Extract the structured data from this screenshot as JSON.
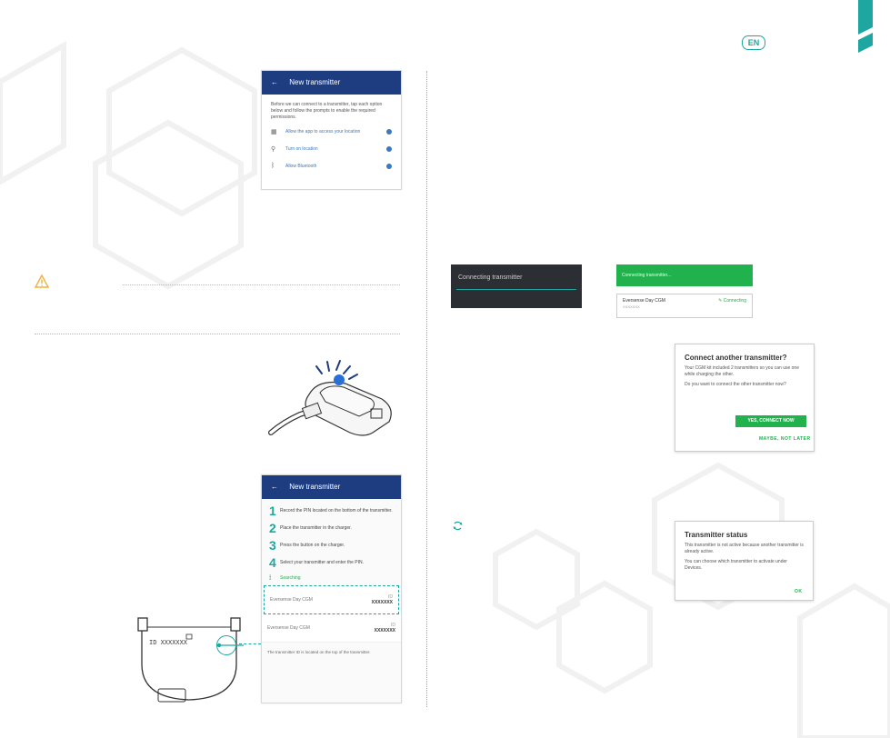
{
  "header": {
    "language_badge": "EN"
  },
  "phone_new_transmitter_1": {
    "title": "New transmitter",
    "back_icon": "arrow-left-icon",
    "intro": "Before we can connect to a transmitter, tap each option below and follow the prompts to enable the required permissions.",
    "permissions": [
      {
        "icon": "calendar-icon",
        "label": "Allow the app to access your location"
      },
      {
        "icon": "location-pin-icon",
        "label": "Turn on location"
      },
      {
        "icon": "bluetooth-icon",
        "label": "Allow Bluetooth"
      }
    ]
  },
  "phone_new_transmitter_2": {
    "title": "New transmitter",
    "steps": [
      {
        "num": "1",
        "text": "Record the PIN located on the bottom of the transmitter."
      },
      {
        "num": "2",
        "text": "Place the transmitter in the charger."
      },
      {
        "num": "3",
        "text": "Press the button on the charger."
      },
      {
        "num": "4",
        "text": "Select your transmitter and enter the PIN."
      }
    ],
    "searching": "Searching",
    "transmitters": [
      {
        "name": "Eversense Day CGM",
        "id_label": "ID",
        "id_value": "XXXXXXX"
      },
      {
        "name": "Eversense Day CGM",
        "id_label": "ID",
        "id_value": "XXXXXXX"
      }
    ],
    "footer_note": "The transmitter ID is located on the top of the transmitter."
  },
  "connecting_dark": {
    "text": "Connecting transmitter"
  },
  "connecting_green": {
    "banner": "Connecting transmitter...",
    "card_name": "Eversense Day CGM",
    "card_sub": "XXXXXXX",
    "card_status": "Connecting"
  },
  "dialog_connect_another": {
    "title": "Connect another transmitter?",
    "body1": "Your CGM kit included 2 transmitters so you can use one while charging the other.",
    "body2": "Do you want to connect the other transmitter now?",
    "primary_button": "YES, CONNECT NOW",
    "secondary_button": "MAYBE, NOT LATER"
  },
  "dialog_transmitter_status": {
    "title": "Transmitter status",
    "body1": "This transmitter is not active because another transmitter is already active.",
    "body2": "You can choose which transmitter to activate under Devices.",
    "ok_button": "OK"
  },
  "transmitter_illustration": {
    "id_text": "ID XXXXXXX"
  },
  "colors": {
    "teal": "#1ea7a0",
    "navy": "#1e3c80",
    "green": "#21b14d",
    "warning": "#f0b040"
  }
}
